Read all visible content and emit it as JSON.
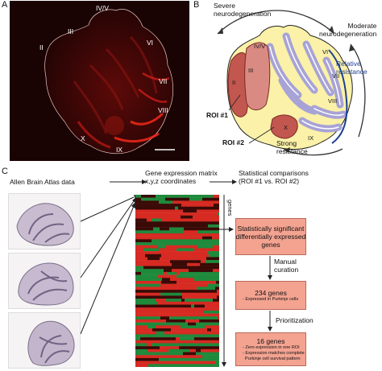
{
  "panels": {
    "A": "A",
    "B": "B",
    "C": "C"
  },
  "panel_a": {
    "lobule_labels": [
      "IV/V",
      "III",
      "II",
      "VI",
      "VII",
      "VIII",
      "X",
      "IX"
    ]
  },
  "panel_b": {
    "severe": "Severe\nneurodegeneration",
    "moderate": "Moderate\nneurodegeneration",
    "relative": "Relative\nresistance",
    "strong": "Strong\nresistance",
    "roi1": "ROI #1",
    "roi2": "ROI #2",
    "lobule_labels": [
      "IV/V",
      "III",
      "II",
      "VI",
      "VII",
      "VIII",
      "X",
      "IX"
    ]
  },
  "panel_c": {
    "allen": "Allen Brain Atlas data",
    "matrix_title": "Gene expression matrix\nx,y,z coordinates",
    "stats_title": "Statistical comparisons\n(ROI #1 vs. ROI #2)",
    "genes_label": "genes",
    "box1": "Statistically significant\ndifferentially expressed\ngenes",
    "manual": "Manual\ncuration",
    "box2_title": "234 genes",
    "box2_note": "- Expressed in Purkinje cells",
    "prioritization": "Prioritization",
    "box3_title": "16 genes",
    "box3_notes": [
      "- Zero expression in one ROI",
      "- Expression matches complete",
      "  Purkinje cell survival pattern"
    ]
  },
  "colors": {
    "red": "#d62a22",
    "green": "#1f8a3c",
    "dark": "#3a0a06",
    "box": "#f4a391",
    "blue": "#1c3f94"
  }
}
